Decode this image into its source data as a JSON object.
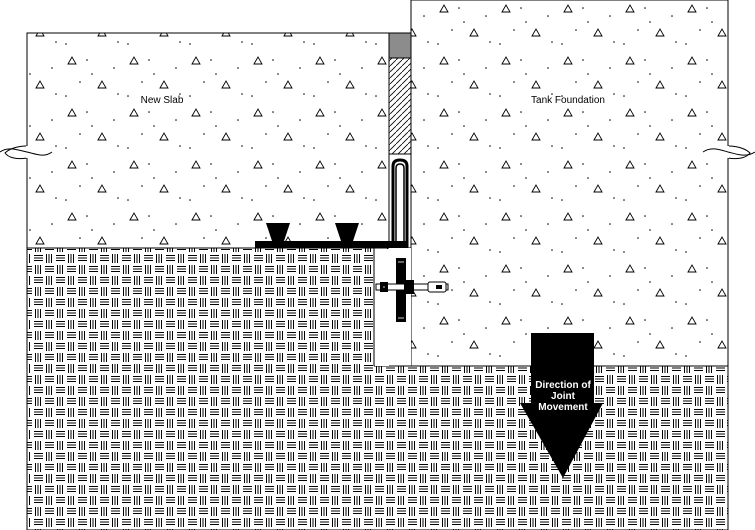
{
  "labels": {
    "new_slab": "New Slab",
    "tank_foundation": "Tank Foundation",
    "arrow_line1": "Direction of",
    "arrow_line2": "Joint",
    "arrow_line3": "Movement"
  },
  "colors": {
    "background": "#ffffff",
    "line": "#000000",
    "bond_breaker": "#8c8c8c"
  },
  "icons": {
    "break_line": "wavy-break-line",
    "arrow": "down-arrow"
  }
}
